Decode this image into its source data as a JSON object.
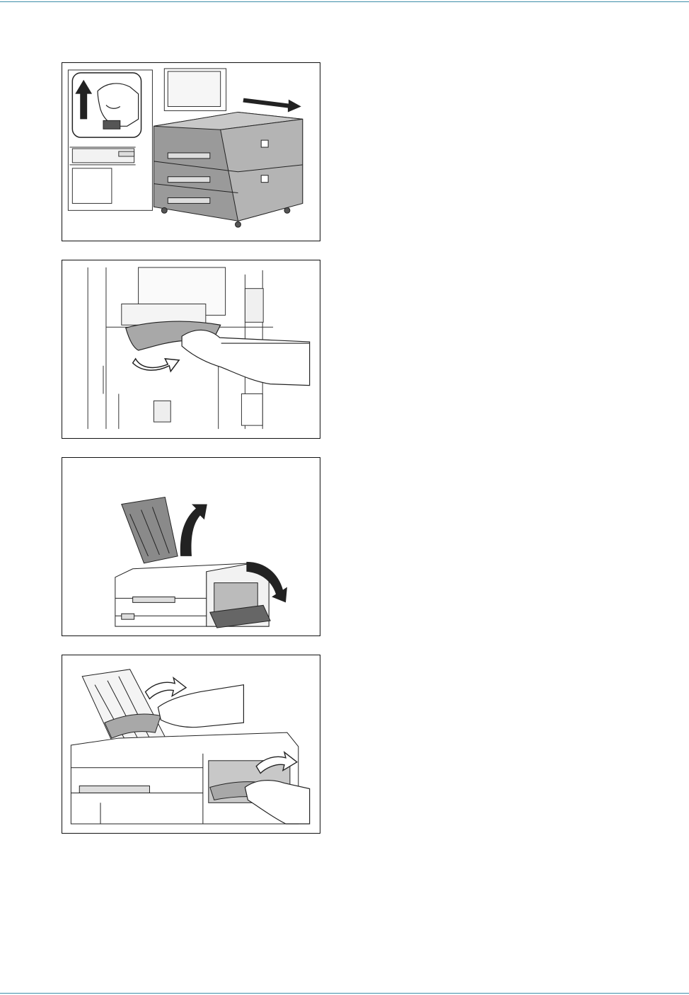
{
  "page": {
    "rule_color": "#3d8ea8",
    "figure_border_color": "#111111"
  },
  "figures": [
    {
      "depicts": "pull-out-side-feeder-cassette",
      "icons": [
        "release-lever-icon",
        "arrow-up-icon",
        "arrow-right-icon"
      ]
    },
    {
      "depicts": "remove-jammed-paper-from-feed-opening",
      "icons": [
        "paper-jam-icon",
        "curved-arrow-icon"
      ]
    },
    {
      "depicts": "open-top-and-right-covers",
      "icons": [
        "curved-arrow-up-icon",
        "curved-arrow-down-icon"
      ]
    },
    {
      "depicts": "remove-jammed-paper-from-inside",
      "icons": [
        "paper-jam-icon",
        "curved-arrow-icon"
      ]
    }
  ]
}
